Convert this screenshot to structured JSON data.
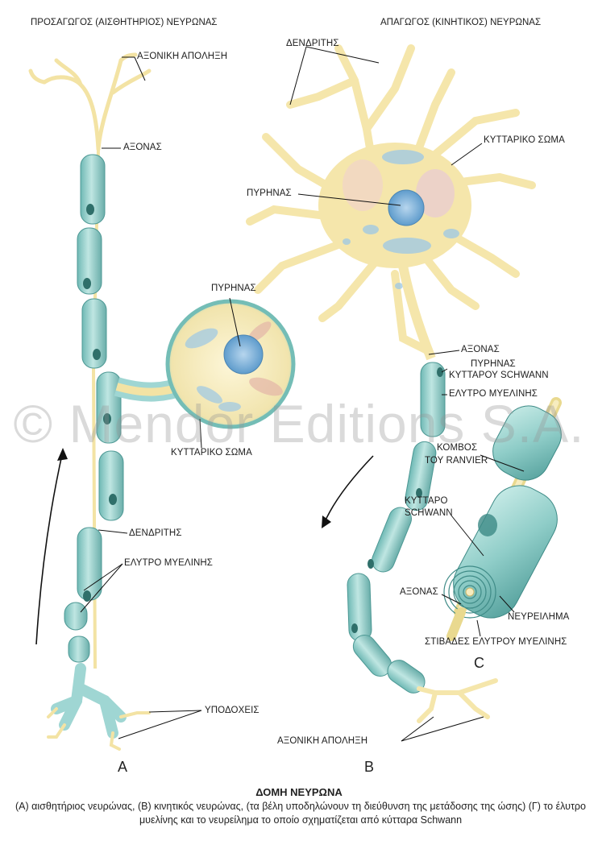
{
  "headers": {
    "sensory": "ΠΡΟΣΑΓΩΓΟΣ (ΑΙΣΘΗΤΗΡΙΟΣ) ΝΕΥΡΩΝΑΣ",
    "motor": "ΑΠΑΓΩΓΟΣ (ΚΙΝΗΤΙΚΟΣ) ΝΕΥΡΩΝΑΣ"
  },
  "labels_a": {
    "axon_terminal": "ΑΞΟΝΙΚΗ ΑΠΟΛΗΞΗ",
    "axon": "ΑΞΟΝΑΣ",
    "nucleus": "ΠΥΡΗΝΑΣ",
    "cell_body": "ΚΥΤΤΑΡΙΚΟ ΣΩΜΑ",
    "dendrite": "ΔΕΝΔΡΙΤΗΣ",
    "myelin": "ΕΛΥΤΡΟ ΜΥΕΛΙΝΗΣ",
    "receptors": "ΥΠΟΔΟΧΕΙΣ"
  },
  "labels_b": {
    "dendrite": "ΔΕΝΔΡΙΤΗΣ",
    "cell_body": "ΚΥΤΤΑΡΙΚΟ ΣΩΜΑ",
    "nucleus": "ΠΥΡΗΝΑΣ",
    "axon": "ΑΞΟΝΑΣ",
    "schwann_nucleus_1": "ΠΥΡΗΝΑΣ",
    "schwann_nucleus_2": "ΚΥΤΤΑΡΟΥ SCHWANN",
    "myelin": "ΕΛΥΤΡΟ ΜΥΕΛΙΝΗΣ",
    "ranvier_1": "ΚΟΜΒΟΣ",
    "ranvier_2": "ΤΟΥ RANVIER",
    "schwann_cell_1": "ΚΥΤΤΑΡΟ",
    "schwann_cell_2": "SCHWANN",
    "axon_c": "ΑΞΟΝΑΣ",
    "neurilemma": "ΝΕΥΡΕΙΛΗΜΑ",
    "myelin_layers": "ΣΤΙΒΑΔΕΣ ΕΛΥΤΡΟΥ ΜΥΕΛΙΝΗΣ",
    "axon_terminal": "ΑΞΟΝΙΚΗ ΑΠΟΛΗΞΗ"
  },
  "panel_letters": {
    "a": "A",
    "b": "B",
    "c": "C"
  },
  "watermark": "© Mendor Editions S.A.",
  "caption": {
    "title": "ΔΟΜΗ ΝΕΥΡΩΝΑ",
    "body": "(Α) αισθητήριος νευρώνας, (Β) κινητικός νευρώνας, (τα βέλη υποδηλώνουν τη διεύθυνση της μετάδοσης της ώσης) (Γ) το έλυτρο μυελίνης και το νευρείλημα το οποίο σχηματίζεται από κύτταρα Schwann"
  },
  "colors": {
    "myelin": "#9fd6d3",
    "myelin_dark": "#5fa9a6",
    "neuron_body": "#f6e7a8",
    "nucleus": "#7fb1d6",
    "line": "#222222"
  }
}
